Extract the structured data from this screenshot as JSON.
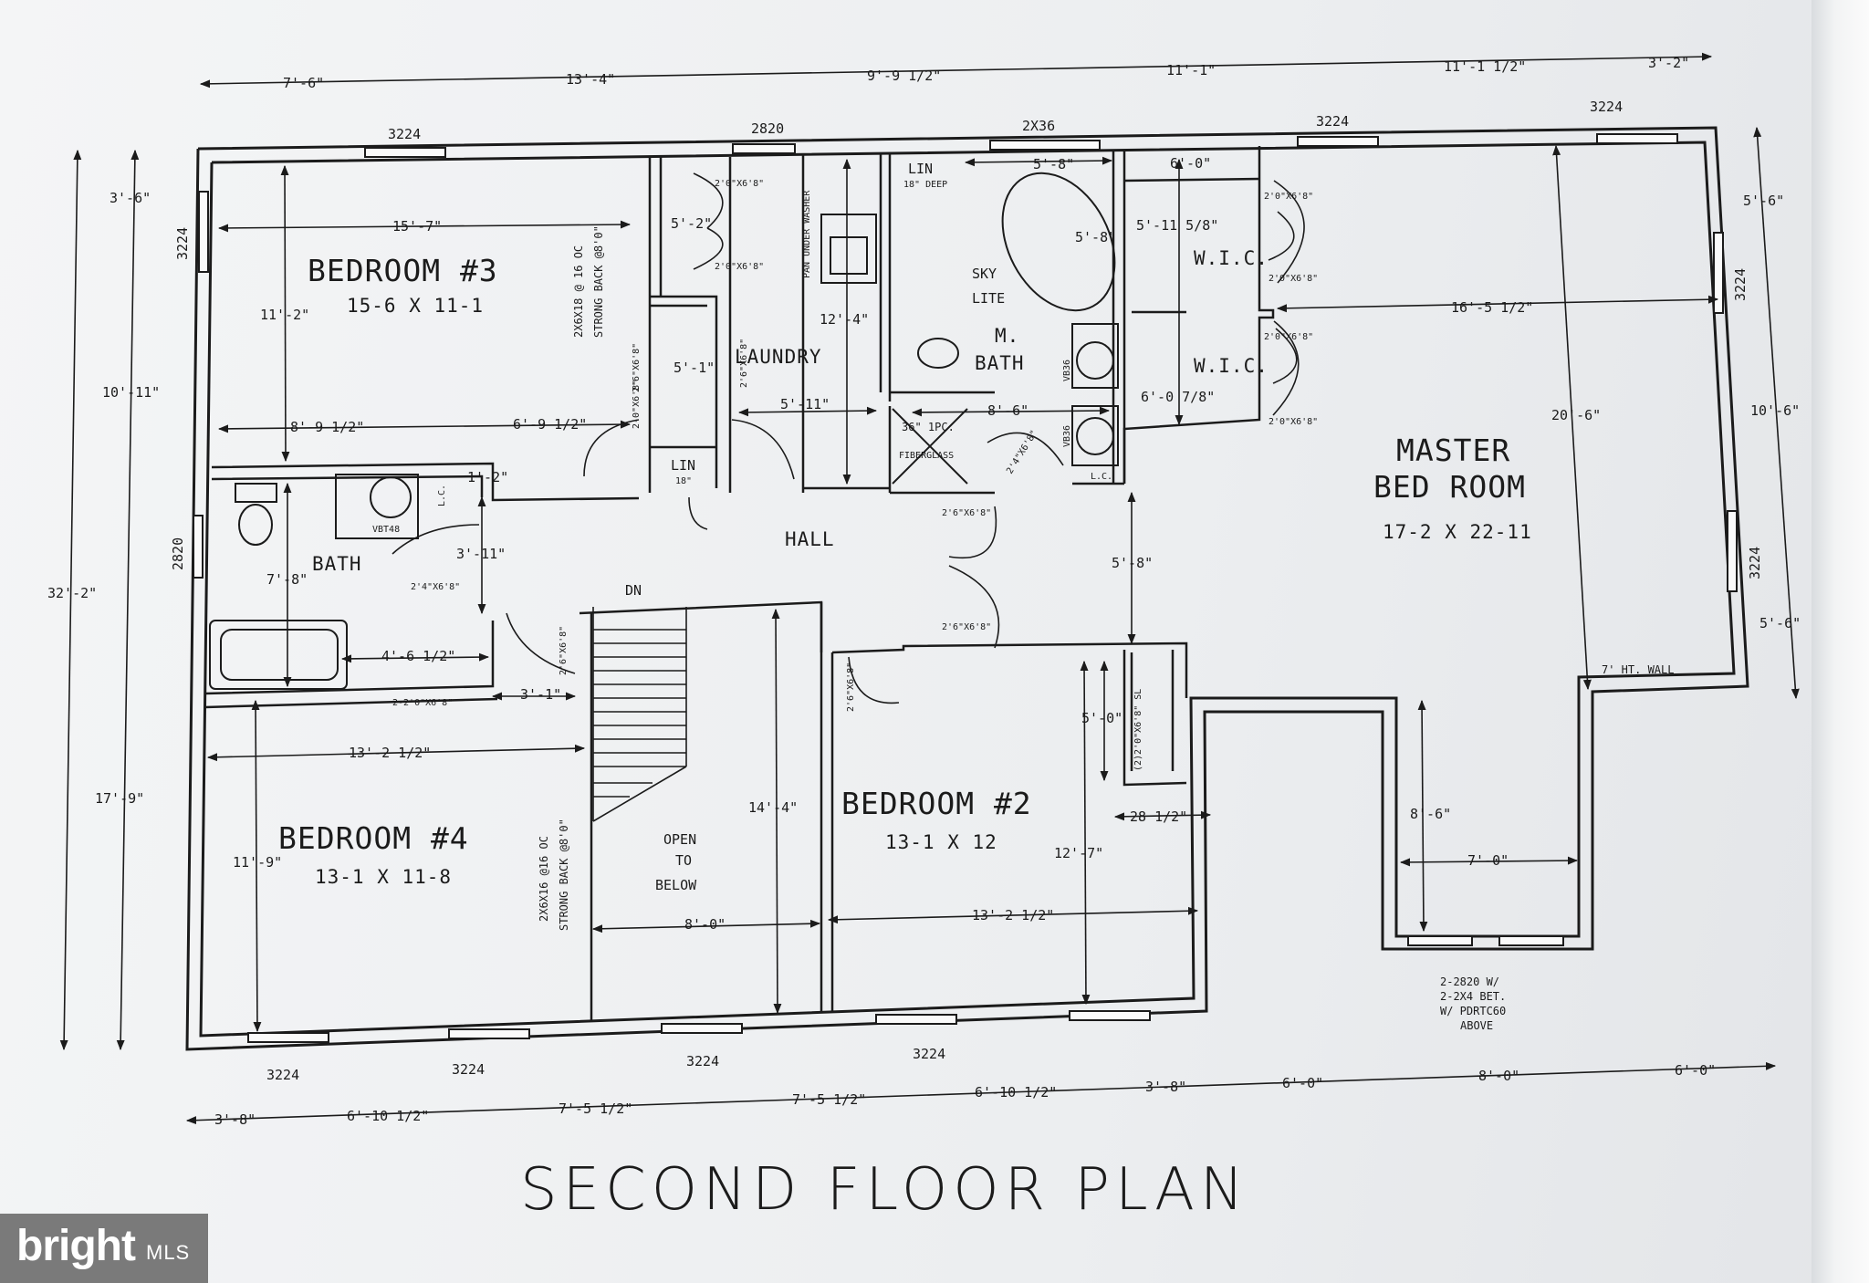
{
  "title": "SECOND FLOOR PLAN",
  "rooms": {
    "bedroom3": {
      "name": "BEDROOM #3",
      "size": "15-6 X 11-1"
    },
    "bedroom4": {
      "name": "BEDROOM #4",
      "size": "13-1 X 11-8"
    },
    "bedroom2": {
      "name": "BEDROOM #2",
      "size": "13-1 X 12"
    },
    "master": {
      "name1": "MASTER",
      "name2": "BED ROOM",
      "size": "17-2 X 22-11"
    },
    "laundry": "LAUNDRY",
    "mbath": {
      "line1": "M.",
      "line2": "BATH"
    },
    "bath": "BATH",
    "hall": "HALL",
    "wic1": "W.I.C.",
    "wic2": "W.I.C.",
    "open": {
      "l1": "OPEN",
      "l2": "TO",
      "l3": "BELOW"
    },
    "sky": {
      "l1": "SKY",
      "l2": "LITE"
    },
    "lin1": "LIN",
    "lin1_note": "18\" DEEP",
    "lin2": "LIN",
    "lin2_note": "18\"",
    "dn": "DN",
    "fiberglass": "FIBERGLASS",
    "onepc": "36\" 1PC.",
    "pan": "PAN UNDER WASHER"
  },
  "top_dims": [
    "7'-6\"",
    "13'-4\"",
    "9'-9 1/2\"",
    "11'-1\"",
    "11'-1 1/2\"",
    "3'-2\""
  ],
  "bottom_dims_row1": [
    "7'-5 1/2\"",
    "6'-10 1/2\"",
    "3'-8\"",
    "6'-0\"",
    "8'-0\"",
    "6'-0\""
  ],
  "bottom_dims_row2": [
    "3'-8\"",
    "6'-10 1/2\"",
    "7'-5 1/2\""
  ],
  "left_dims": [
    "3'-6\"",
    "10'-11\"",
    "17'-9\"",
    "32'-2\""
  ],
  "right_dims": [
    "5'-6\"",
    "10'-6\"",
    "5'-6\""
  ],
  "interior_dims": {
    "b3_width": "15'-7\"",
    "b3_depth": "11'-2\"",
    "b3_a": "8'-9 1/2\"",
    "b3_b": "6'-9 1/2\"",
    "closet_a": "5'-2\"",
    "closet_b": "5'-1\"",
    "laundry_w": "5'-11\"",
    "laundry_h": "12'-4\"",
    "mbath_w": "5'-8\"",
    "mbath_oval": "5'-8\"",
    "mbath_b": "8'-6\"",
    "wic_w": "6'-0\"",
    "wic_a": "5'-11 5/8\"",
    "wic_b": "6'-0 7/8\"",
    "master_w": "16'-5 1/2\"",
    "master_h": "20'-6\"",
    "hall_a": "5'-8\"",
    "bath_a": "1'-2\"",
    "bath_b": "3'-11\"",
    "bath_h": "7'-8\"",
    "tub": "4'-6 1/2\"",
    "hall_b": "3'-1\"",
    "b4_w": "13'-2 1/2\"",
    "b4_h": "11'-9\"",
    "open_h": "14'-4\"",
    "open_w": "8'-0\"",
    "b2_w": "13'-2 1/2\"",
    "b2_h": "12'-7\"",
    "b2_closet": "5'-0\"",
    "b2_a": "28 1/2\"",
    "bump_h": "8'-6\"",
    "bump_w": "7'-0\"",
    "ht_wall": "7' HT. WALL"
  },
  "windows": {
    "w1": "3224",
    "w2": "2820",
    "w3": "2X36",
    "w4": "3224",
    "w5": "3224",
    "w6": "3224",
    "w7": "2820",
    "w8": "3224",
    "w9": "3224",
    "w10": "3224",
    "w11": "3224",
    "w12": "3224",
    "w13": "3224"
  },
  "door_labels": {
    "d1": "2'0\"X6'8\"",
    "d2": "2'0\"X6'8\"",
    "d3": "2'0\"X6'8\"",
    "d4": "2'0\"X6'8\"",
    "d5": "2'0\"X6'8\"",
    "d6": "2'0\"X6'8\"",
    "d7": "2'6\"X6'8\"",
    "d8": "2'6\"X6'8\"",
    "d9": "2'4\"X6'8\"",
    "d10": "2'6\"X6'8\"",
    "d11": "2'6\"X6'8\"",
    "d12": "2'4\"X6'8\"",
    "d13": "2-2'0\"X6'8\"",
    "d14": "(2)2'0\"X6'8\" SL",
    "d15": "2-0\"X6'8\"",
    "d16": "2'6\"X6'8\"",
    "d17": "2'6\"X6'8\""
  },
  "vanity": {
    "v1": "VBT48",
    "v2": "VB36",
    "v3": "VB36",
    "lc1": "L.C.",
    "lc2": "L.C."
  },
  "beams": {
    "b1l1": "2X6X18 @ 16 OC",
    "b1l2": "STRONG BACK @8'0\"",
    "b2l1": "2X6X16 @16 OC",
    "b2l2": "STRONG BACK @8'0\""
  },
  "notes": {
    "n1": "2-2820 W/",
    "n2": "2-2X4 BET.",
    "n3": "W/ PDRTC60",
    "n4": "ABOVE"
  },
  "watermark": {
    "brand": "bright",
    "mls": "MLS"
  }
}
